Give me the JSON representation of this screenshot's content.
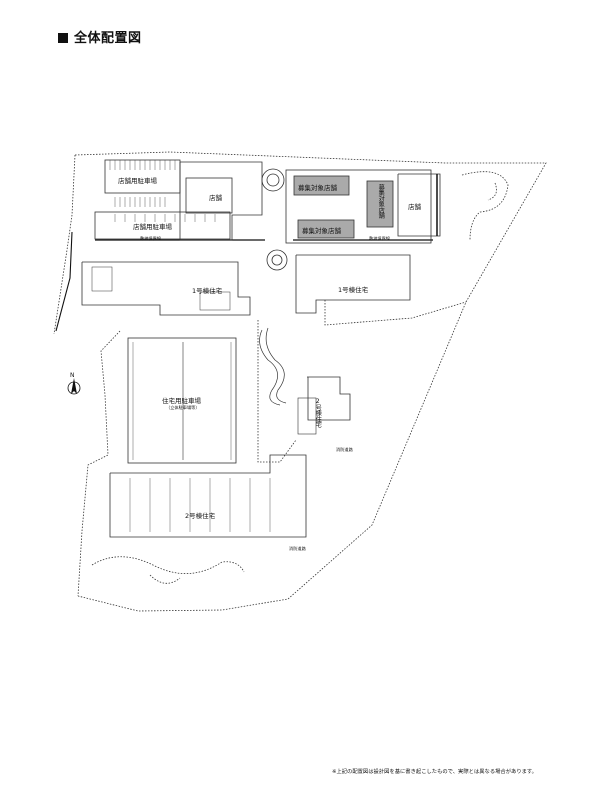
{
  "header": {
    "title": "全体配置図"
  },
  "labels": {
    "store_parking_1": "店舗用駐車場",
    "store_1": "店舗",
    "store_parking_2": "店舗用駐車場",
    "boundary_left": "敷地境界線",
    "recruit_store_top": "募集対象店舗",
    "recruit_store_bottom": "募集対象店舗",
    "recruit_store_vertical": "募集対象店舗",
    "store_2": "店舗",
    "boundary_right": "敷地境界線",
    "bldg1_left": "1号棟住宅",
    "bldg1_right": "1号棟住宅",
    "residential_parking": "住宅用駐車場",
    "parking_type": "（立体駐車場等）",
    "bldg2_vertical": "2号棟住宅",
    "fire_road_1": "消防道路",
    "bldg2_main": "2号棟住宅",
    "fire_road_2": "消防道路"
  },
  "north": {
    "letter": "N"
  },
  "footnote": "※上記の配置図は設計図を基に書き起こしたもので、実際とは異なる場合があります。"
}
